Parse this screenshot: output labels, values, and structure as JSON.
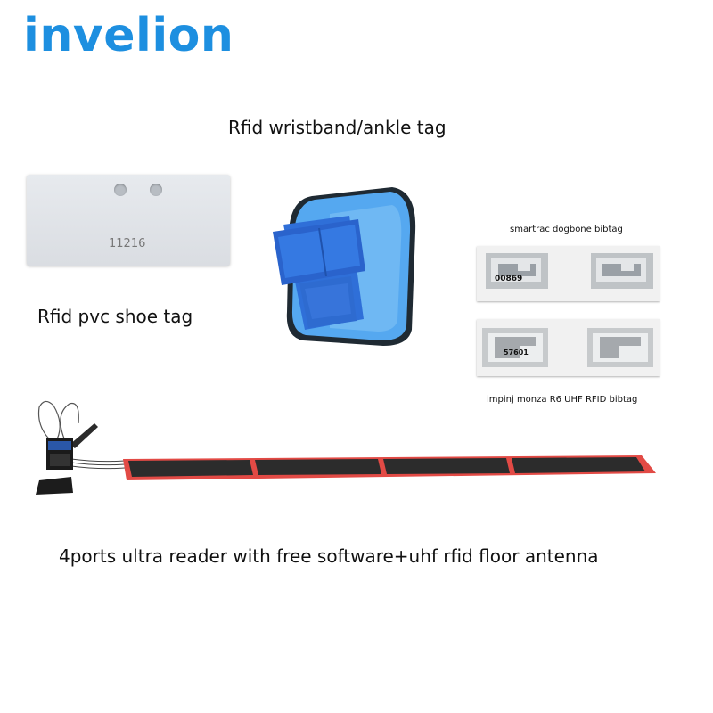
{
  "brand": {
    "logo_text": "invelion",
    "logo_color": "#1d8fe0"
  },
  "captions": {
    "wristband": "Rfid wristband/ankle tag",
    "shoe_tag": "Rfid pvc shoe tag",
    "dogbone": "smartrac dogbone bibtag",
    "impinj": "impinj monza R6 UHF RFID bibtag",
    "reader": "4ports ultra reader with free software+uhf rfid floor antenna"
  },
  "tag_numbers": {
    "shoe_tag": "11216",
    "dogbone_bib": "00869",
    "impinj_bib": "57601"
  },
  "colors": {
    "wristband_blue": "#2f6fd8",
    "wristband_light": "#55a8f0",
    "antenna_red": "#e24a45",
    "antenna_dark": "#2c2c2c"
  }
}
